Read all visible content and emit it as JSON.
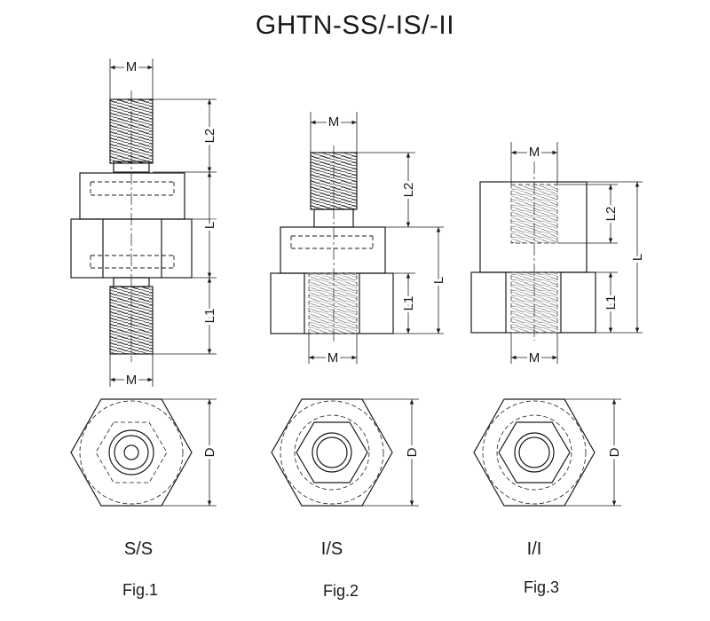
{
  "title": "GHTN-SS/-IS/-II",
  "figures": [
    {
      "type_label": "S/S",
      "fig_label": "Fig.1",
      "dims": {
        "m_top": "M",
        "m_bottom": "M",
        "l2": "L2",
        "l": "L",
        "l1": "L1",
        "d": "D"
      }
    },
    {
      "type_label": "I/S",
      "fig_label": "Fig.2",
      "dims": {
        "m_top": "M",
        "m_bottom": "M",
        "l2": "L2",
        "l": "L",
        "l1": "L1",
        "d": "D"
      }
    },
    {
      "type_label": "I/I",
      "fig_label": "Fig.3",
      "dims": {
        "m_top": "M",
        "m_bottom": "M",
        "l2": "L2",
        "l": "L",
        "l1": "L1",
        "d": "D"
      }
    }
  ],
  "colors": {
    "line": "#1a1a1a",
    "background": "#ffffff"
  }
}
